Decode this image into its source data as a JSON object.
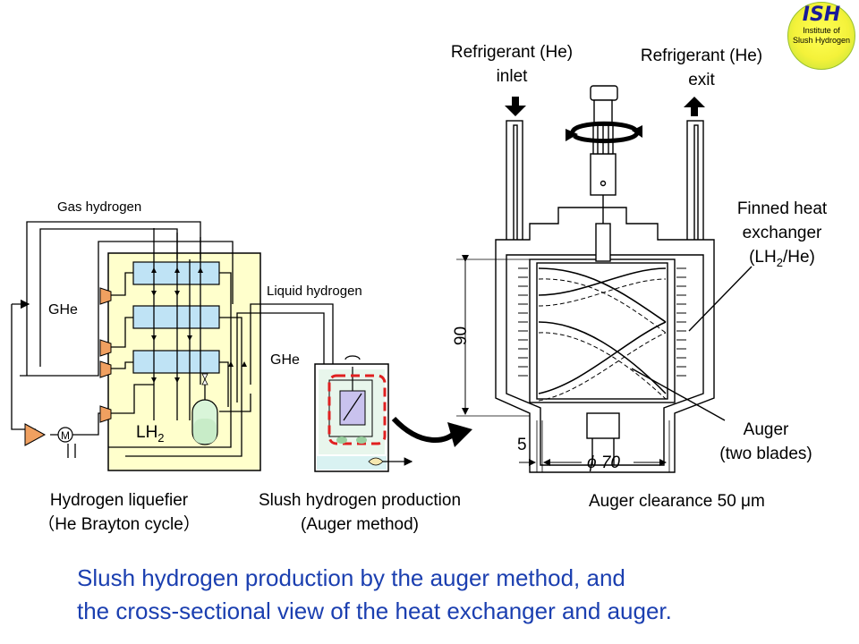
{
  "logo": {
    "abbr": "ISH",
    "line1": "Institute of",
    "line2": "Slush Hydrogen"
  },
  "labels": {
    "gas_hydrogen": "Gas hydrogen",
    "liquid_hydrogen": "Liquid hydrogen",
    "ghe_left": "GHe",
    "ghe_middle": "GHe",
    "lh2_main": "LH",
    "lh2_sub": "2",
    "refrigerant_inlet_1": "Refrigerant (He)",
    "refrigerant_inlet_2": "inlet",
    "refrigerant_exit_1": "Refrigerant (He)",
    "refrigerant_exit_2": "exit",
    "finned_1": "Finned heat",
    "finned_2": "exchanger",
    "finned_3a": "(LH",
    "finned_3sub": "2",
    "finned_3b": "/He)",
    "auger_1": "Auger",
    "auger_2": "(two blades)",
    "dim_90": "90",
    "dim_5": "5",
    "dim_phi70": "ϕ 70",
    "liquefier_1": "Hydrogen liquefier",
    "liquefier_2": "（He Brayton cycle）",
    "slush_1": "Slush hydrogen production",
    "slush_2": "(Auger method)",
    "clearance": "Auger clearance 50 μm"
  },
  "caption": {
    "line1": "Slush hydrogen production by the auger method, and",
    "line2": "the cross-sectional view of the heat exchanger and auger."
  },
  "colors": {
    "caption": "#1b3fb0",
    "liquefier_box": "#ffffcc",
    "heat_exchanger": "#bfe3f5",
    "highlight": "#e02020",
    "tank_liquid": "#d9f2f2"
  }
}
